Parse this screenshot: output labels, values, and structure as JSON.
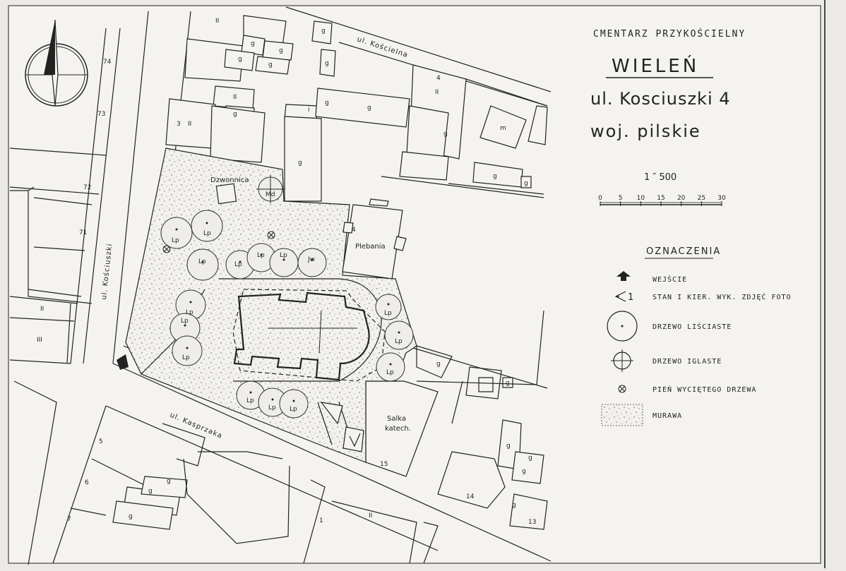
{
  "header": {
    "title": "CMENTARZ PRZYKOŚCIELNY",
    "place": "WIELEŃ",
    "address": "ul. Kosciuszki 4",
    "region": "woj. pilskie",
    "scale": "1 ″ 500"
  },
  "scale_bar": {
    "ticks": [
      "0",
      "5",
      "10",
      "15",
      "20",
      "25",
      "30"
    ]
  },
  "legend": {
    "heading": "OZNACZENIA",
    "items": [
      {
        "icon": "entrance-arrow-icon",
        "label": "WEJŚCIE"
      },
      {
        "icon": "photo-direction-icon",
        "label": "STAN I KIER. WYK. ZDJĘĆ FOTO",
        "symbol_text": "1"
      },
      {
        "icon": "deciduous-tree-icon",
        "label": "DRZEWO LIŚCIASTE"
      },
      {
        "icon": "conifer-tree-icon",
        "label": "DRZEWO IGLASTE"
      },
      {
        "icon": "stump-icon",
        "label": "PIEŃ WYCIĘTEGO DRZEWA"
      },
      {
        "icon": "lawn-texture-icon",
        "label": "MURAWA"
      }
    ]
  },
  "streets": {
    "koscielna": "ul. Kościelna",
    "kosciuszki": "ul. Kościuszki",
    "kasprzaka": "ul. Kasprzaka"
  },
  "buildings": {
    "dzwonnica": "Dzwonnica",
    "plebania": "Plebania",
    "salka_line1": "Salka",
    "salka_line2": "katech."
  },
  "trees": {
    "lp": "Lp",
    "jw": "Jw",
    "md": "Md"
  },
  "plot_numbers": {
    "n74": "74",
    "n73": "73",
    "n72": "72",
    "n71": "71",
    "n5": "5",
    "n6": "6",
    "n7": "7",
    "n1": "1",
    "n13": "13",
    "n14": "14",
    "n15": "15",
    "n4": "4",
    "n3": "3"
  },
  "lot_marks": {
    "g": "g",
    "i": "i",
    "m": "m",
    "roman2": "II",
    "roman3": "III"
  },
  "colors": {
    "paper": "#eceae6",
    "ink": "#222222"
  }
}
